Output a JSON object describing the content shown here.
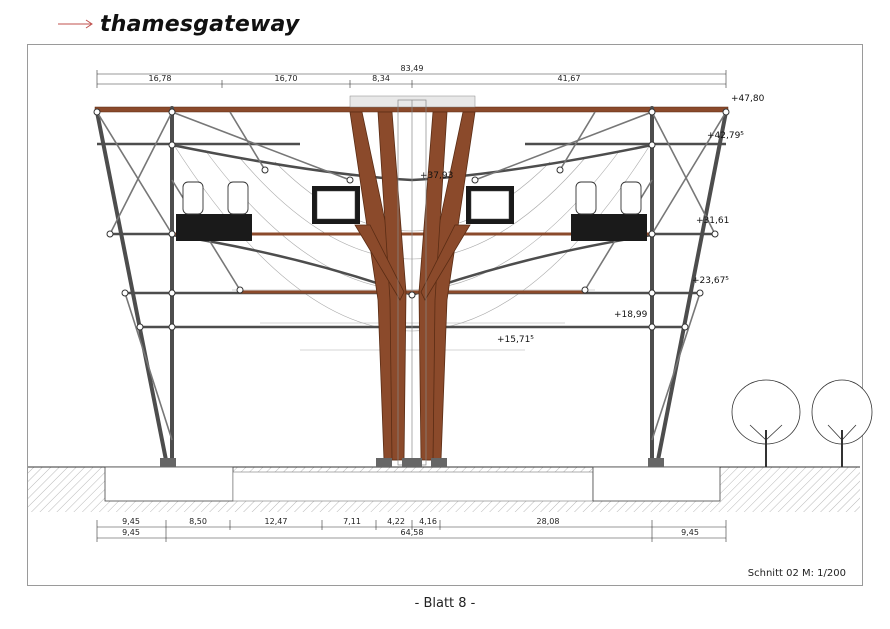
{
  "header": {
    "title": "thamesgateway",
    "arrow_color": "#c0504d"
  },
  "colors": {
    "steel": "#4d4d4d",
    "timber": "#8b4a2b",
    "timber_dark": "#5a2c14",
    "ground_hatch": "#9a9a9a",
    "line": "#222222"
  },
  "dimensions": {
    "top_total": "83,49",
    "top_parts": [
      "16,78",
      "16,70",
      "8,34",
      "41,67"
    ],
    "bottom_parts": [
      "9,45",
      "8,50",
      "12,47",
      "7,11",
      "4,22",
      "4,16",
      "28,08"
    ],
    "bottom_total": [
      "9,45",
      "64,58",
      "9,45"
    ]
  },
  "levels": [
    "+47,80",
    "+42,79⁵",
    "+37,93",
    "+31,61",
    "+23,67⁵",
    "+18,99",
    "+15,71⁵"
  ],
  "scale_label": "Schnitt 02  M: 1/200",
  "footer": "- Blatt 8 -"
}
